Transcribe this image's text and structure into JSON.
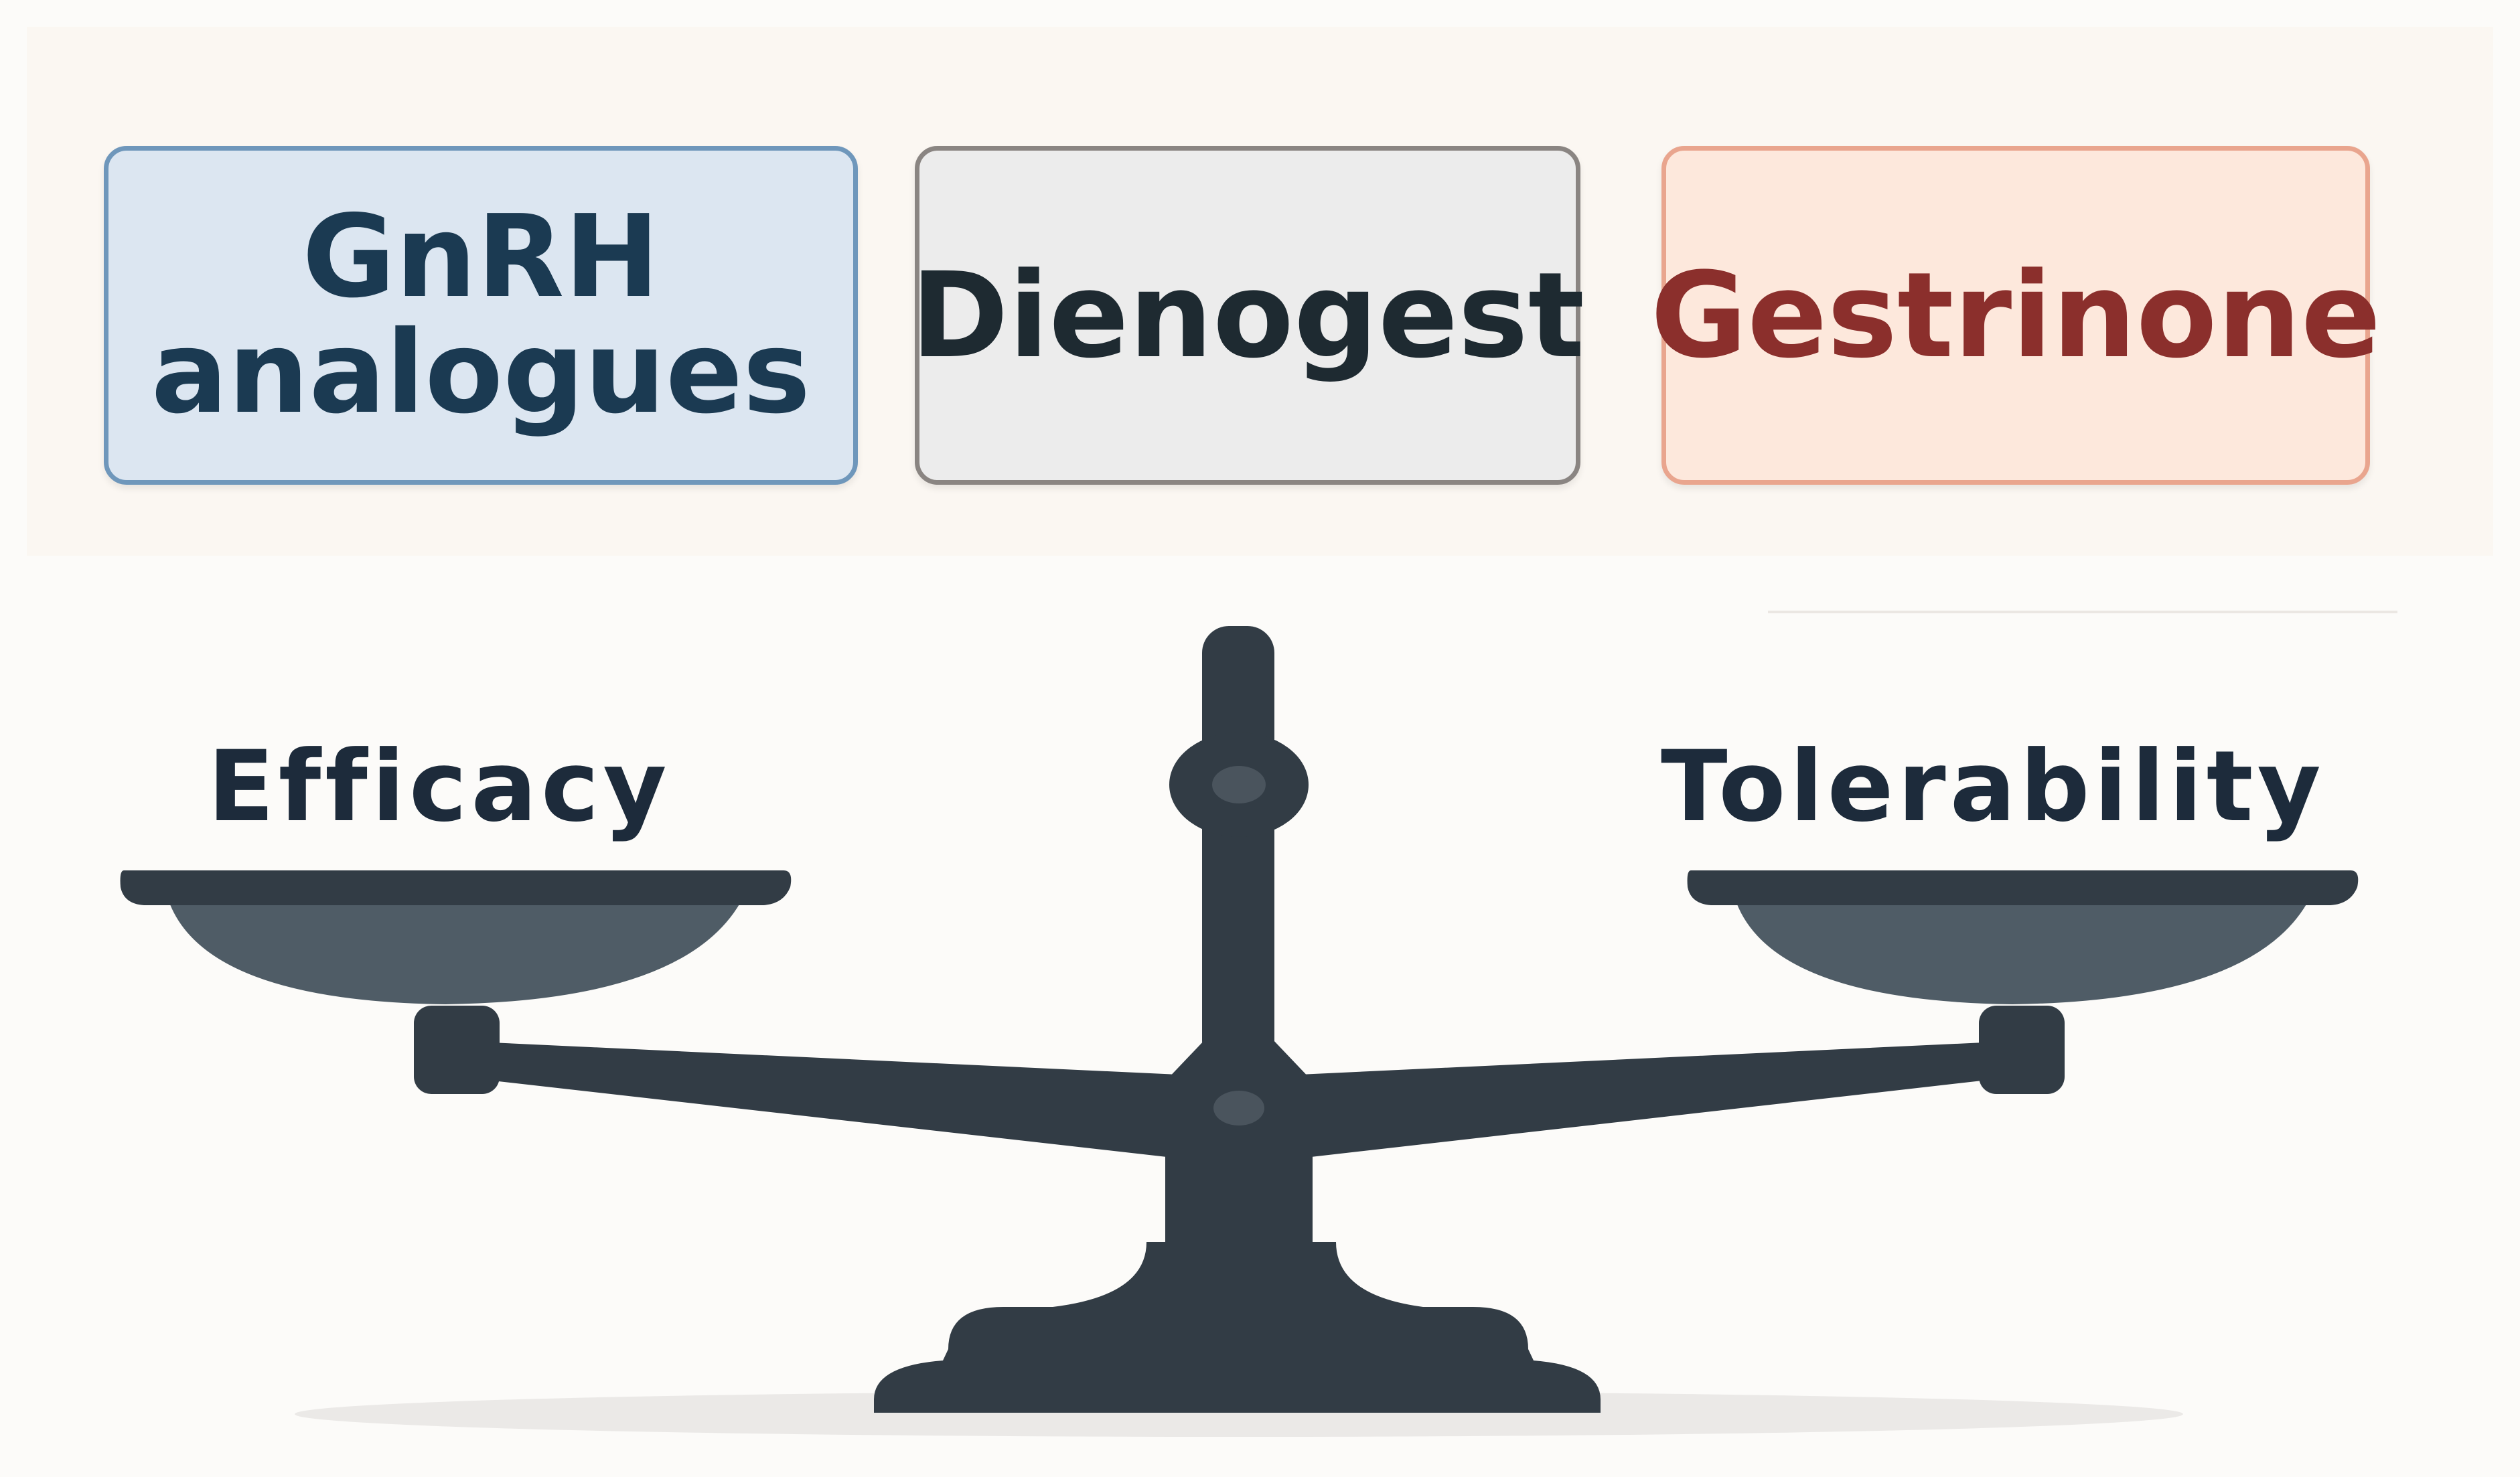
{
  "boxes": [
    {
      "label": "GnRH analogues",
      "line1": "GnRH",
      "line2": "analogues",
      "text_color": "#1b3a52",
      "bg_color": "#dce6f1",
      "border_color": "#6f97bb"
    },
    {
      "label": "Dienogest",
      "text_color": "#1e2a31",
      "bg_color": "#ececec",
      "border_color": "#8a8582"
    },
    {
      "label": "Gestrinone",
      "text_color": "#8b2f2c",
      "bg_color": "#fde8dc",
      "border_color": "#e9a58e"
    }
  ],
  "scale": {
    "left_label": "Efficacy",
    "right_label": "Tolerability",
    "color": "#323c45",
    "pan_color": "#4f5c66",
    "tilt": "balanced"
  }
}
